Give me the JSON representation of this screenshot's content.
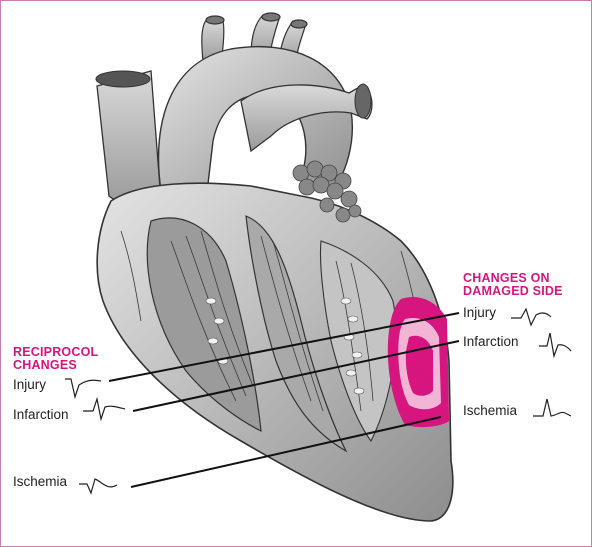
{
  "damaged_side": {
    "heading_line1": "CHANGES ON",
    "heading_line2": "DAMAGED SIDE",
    "labels": [
      "Injury",
      "Infarction",
      "Ischemia"
    ]
  },
  "reciprocal": {
    "heading_line1": "RECIPROCOL",
    "heading_line2": "CHANGES",
    "labels": [
      "Injury",
      "Infarction",
      "Ischemia"
    ]
  },
  "colors": {
    "accent": "#d6157f",
    "zone_outer": "#d6157f",
    "zone_mid": "#f2b5d6",
    "line": "#111111"
  },
  "icons": [
    "heart-illustration",
    "ecg-waveform"
  ]
}
